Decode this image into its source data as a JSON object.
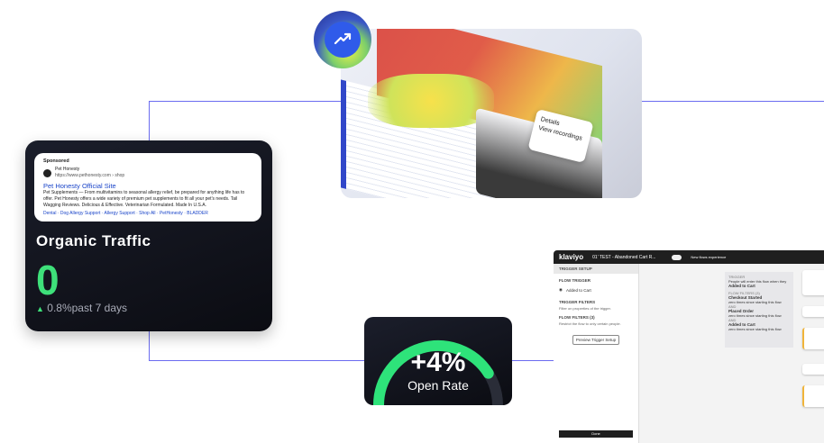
{
  "heatmap": {
    "menu_items": [
      "Details",
      "View recordings"
    ]
  },
  "organic_card": {
    "ad": {
      "sponsored": "Sponsored",
      "advertiser": "Pet Honesty",
      "url": "https://www.pethonesty.com › shop",
      "title": "Pet Honesty Official Site",
      "description_1": "Pet Supplements — From multivitamins to seasonal allergy relief, be prepared for anything life has to offer. Pet Honesty offers a wide variety of premium pet supplements to fit all your pet's needs. Tail Wagging Reviews. Delicious & Effective. Veterinarian Formulated. Made In U.S.A.",
      "links": "Dental · Dog Allergy Support · Allergy Support · Shop All · PetHonesty · BLADDER"
    },
    "title": "Organic Traffic",
    "value": "0",
    "change": "0.8%past 7 days"
  },
  "open_rate": {
    "value": "+4%",
    "label": "Open Rate",
    "fill_fraction": 0.82
  },
  "flow": {
    "brand": "klaviyo",
    "flow_name": "01' TEST - Abandoned Cart R...",
    "toggle_label": "New flows experience",
    "sidebar_header": "TRIGGER SETUP",
    "flow_trigger": "FLOW TRIGGER",
    "metric": "Added to Cart",
    "trigger_filters": "TRIGGER FILTERS",
    "trigger_filters_desc": "Filter on properties of the trigger.",
    "flow_filters": "FLOW FILTERS (3)",
    "flow_filters_desc": "Restrict the flow to only certain people.",
    "preview_button": "Preview Trigger Setup",
    "done_button": "Done",
    "info": {
      "trigger_label": "TRIGGER",
      "trigger_text": "People will enter this flow when they",
      "trigger_metric": "Added to Cart",
      "filters_label": "FLOW FILTERS (3)",
      "filter_1_metric": "Checkout Started",
      "filter_1_text": "zero times since starting this flow",
      "and_1": "AND",
      "filter_2_metric": "Placed Order",
      "filter_2_text": "zero times since starting this flow",
      "and_2": "AND",
      "filter_3_metric": "Added to Cart",
      "filter_3_text": "zero times since starting this flow"
    }
  },
  "colors": {
    "connector": "#6b6cf0",
    "gauge_fill": "#2ee37a",
    "gauge_track": "#2a2d38",
    "organic_value": "#3ee07a"
  }
}
